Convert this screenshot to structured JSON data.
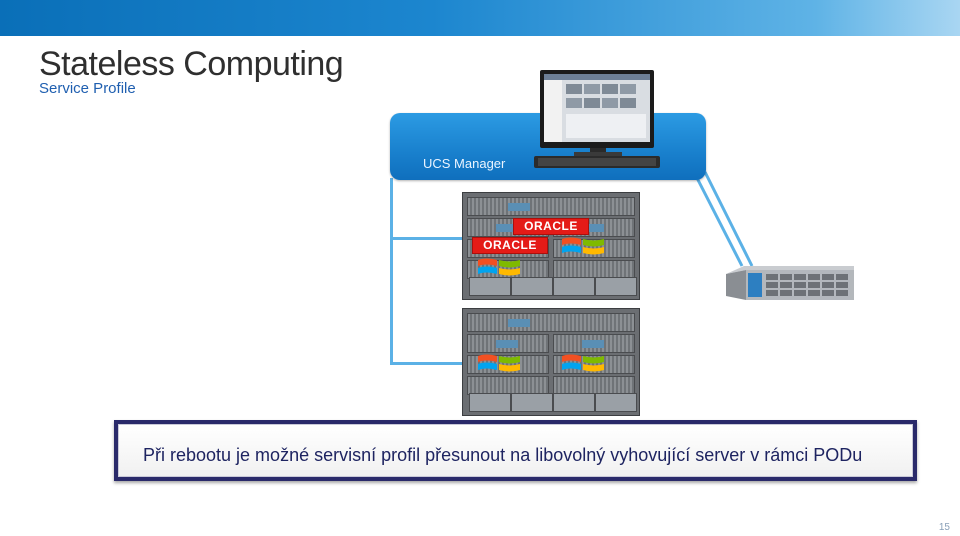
{
  "slide": {
    "title": "Stateless Computing",
    "subtitle": "Service Profile",
    "page_number": "15"
  },
  "diagram": {
    "manager_label": "UCS Manager",
    "oracle_logo_text": "ORACLE",
    "accent_color": "#1a82cf",
    "connector_color": "#5bb1e6",
    "oracle_color": "#e41b17"
  },
  "banner": {
    "text": "Při rebootu je možné servisní profil přesunout na libovolný vyhovující server v rámci PODu"
  }
}
